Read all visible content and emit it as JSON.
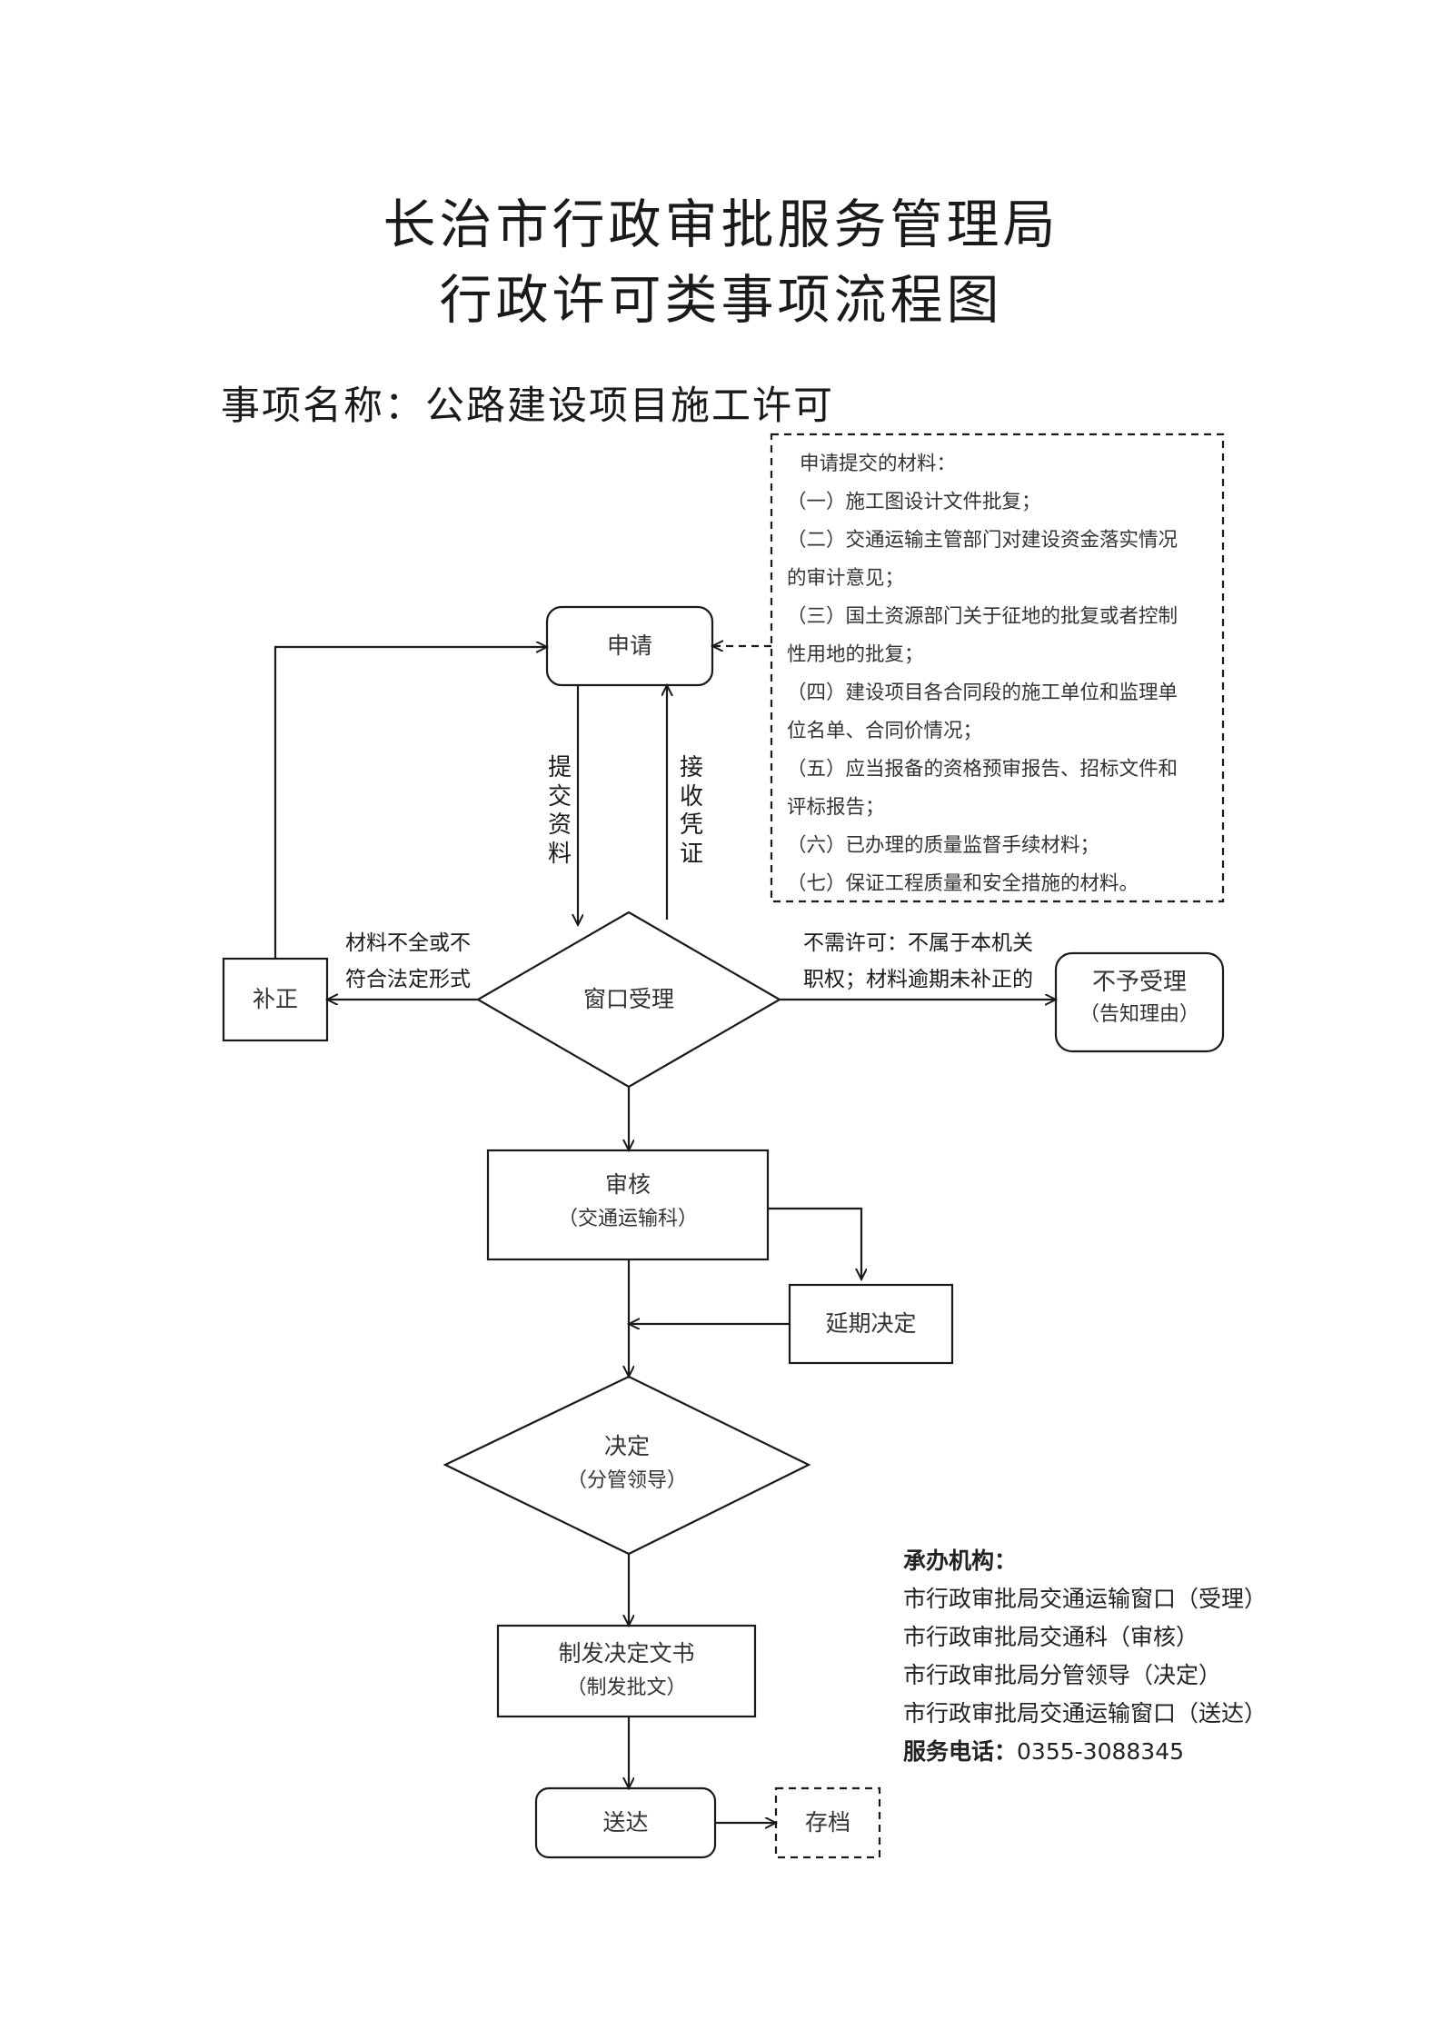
{
  "title": {
    "line1": "长治市行政审批服务管理局",
    "line2": "行政许可类事项流程图"
  },
  "item": {
    "label": "事项名称：",
    "name": "公路建设项目施工许可"
  },
  "materials": {
    "heading": "申请提交的材料：",
    "lines": [
      "（一）施工图设计文件批复；",
      "（二）交通运输主管部门对建设资金落实情况",
      "的审计意见；",
      "（三）国土资源部门关于征地的批复或者控制",
      "性用地的批复；",
      "（四）建设项目各合同段的施工单位和监理单",
      "位名单、合同价情况；",
      "（五）应当报备的资格预审报告、招标文件和",
      "评标报告；",
      "（六）已办理的质量监督手续材料；",
      "（七）保证工程质量和安全措施的材料。"
    ]
  },
  "nodes": {
    "apply": "申请",
    "window": "窗口受理",
    "correct": "补正",
    "reject_main": "不予受理",
    "reject_sub": "（告知理由）",
    "review_main": "审核",
    "review_sub": "（交通运输科）",
    "extend": "延期决定",
    "decide_main": "决定",
    "decide_sub": "（分管领导）",
    "issue_main": "制发决定文书",
    "issue_sub": "（制发批文）",
    "deliver": "送达",
    "archive": "存档"
  },
  "edges": {
    "submit": "提交资料",
    "receipt": "接收凭证",
    "incomplete_1": "材料不全或不",
    "incomplete_2": "符合法定形式",
    "not_needed_1": "不需许可：不属于本机关",
    "not_needed_2": "职权；材料逾期未补正的"
  },
  "agency": {
    "heading": "承办机构：",
    "lines": [
      "市行政审批局交通运输窗口（受理）",
      "市行政审批局交通科（审核）",
      "市行政审批局分管领导（决定）",
      "市行政审批局交通运输窗口（送达）"
    ],
    "phone_label": "服务电话：",
    "phone": "0355-3088345"
  }
}
